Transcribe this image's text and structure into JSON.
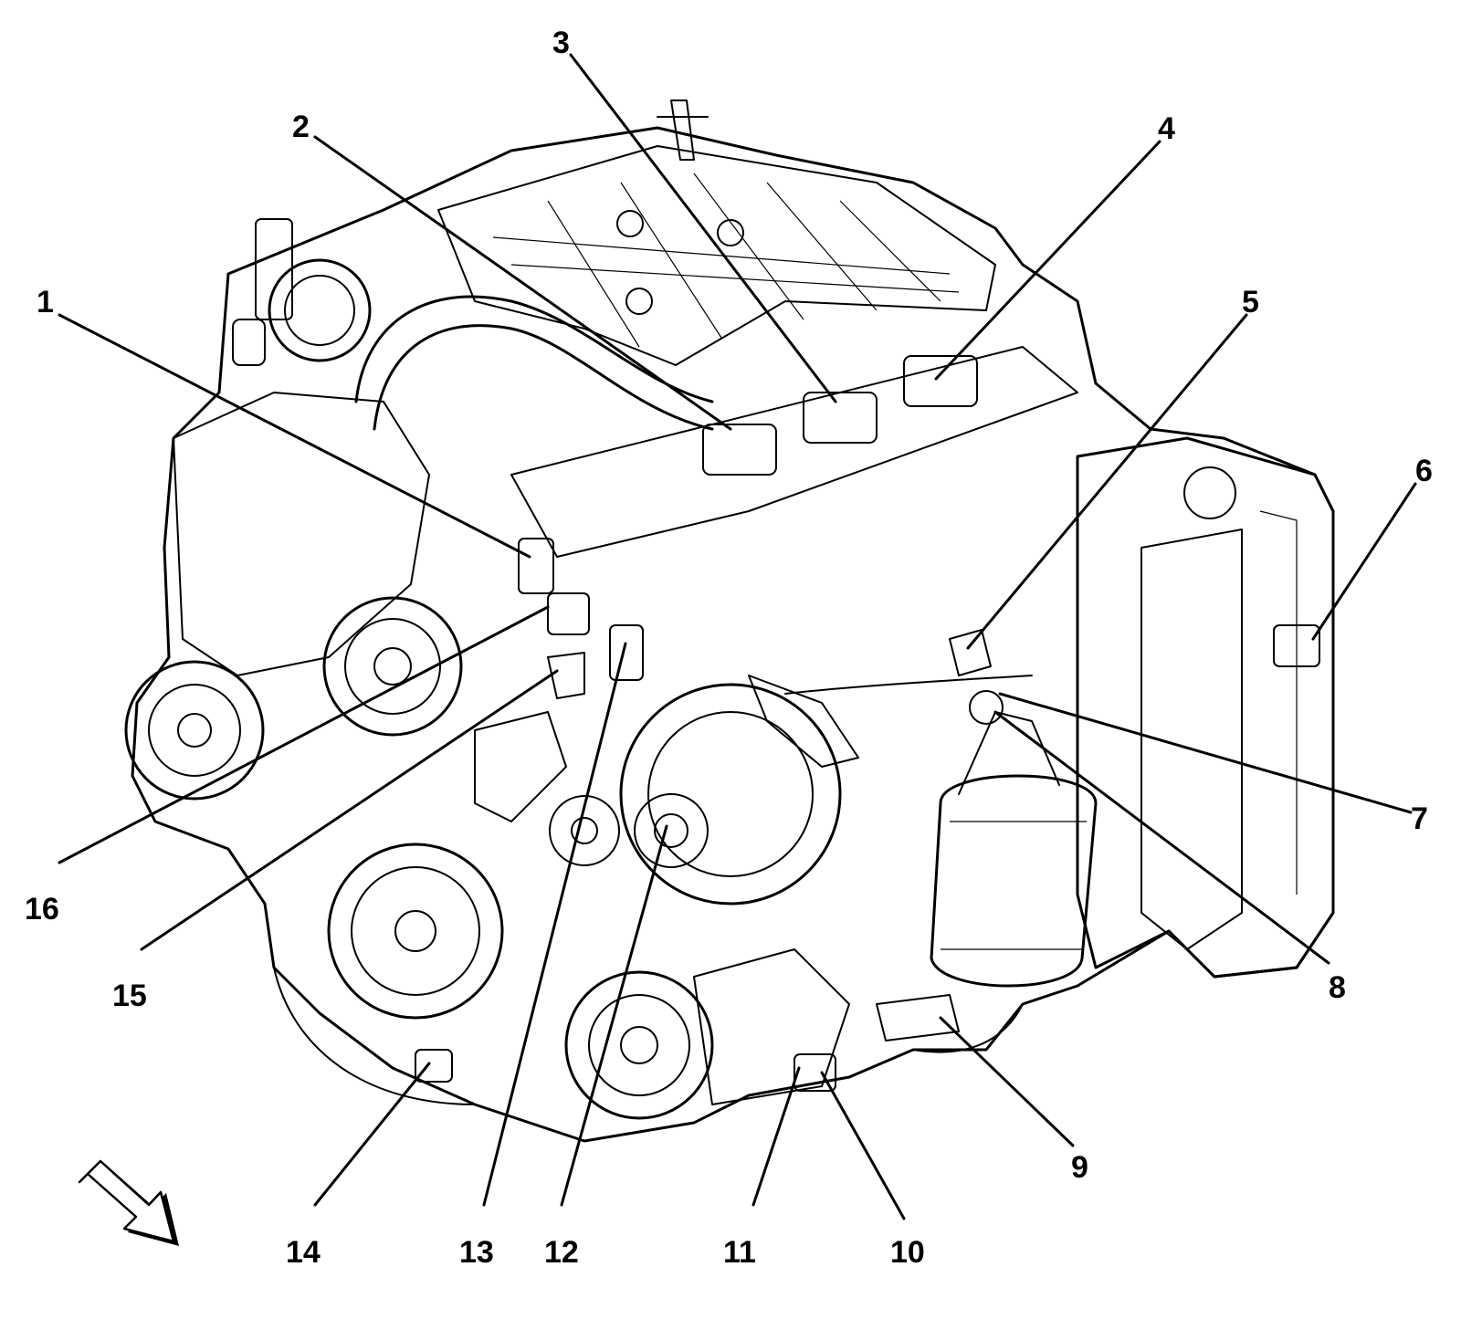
{
  "figure": {
    "callouts": [
      "1",
      "2",
      "3",
      "4",
      "5",
      "6",
      "7",
      "8",
      "9",
      "10",
      "11",
      "12",
      "13",
      "14",
      "15",
      "16"
    ],
    "orientation_arrow_icon": "view-direction-arrow-icon"
  },
  "colors": {
    "line": "#000000",
    "background": "#ffffff"
  }
}
